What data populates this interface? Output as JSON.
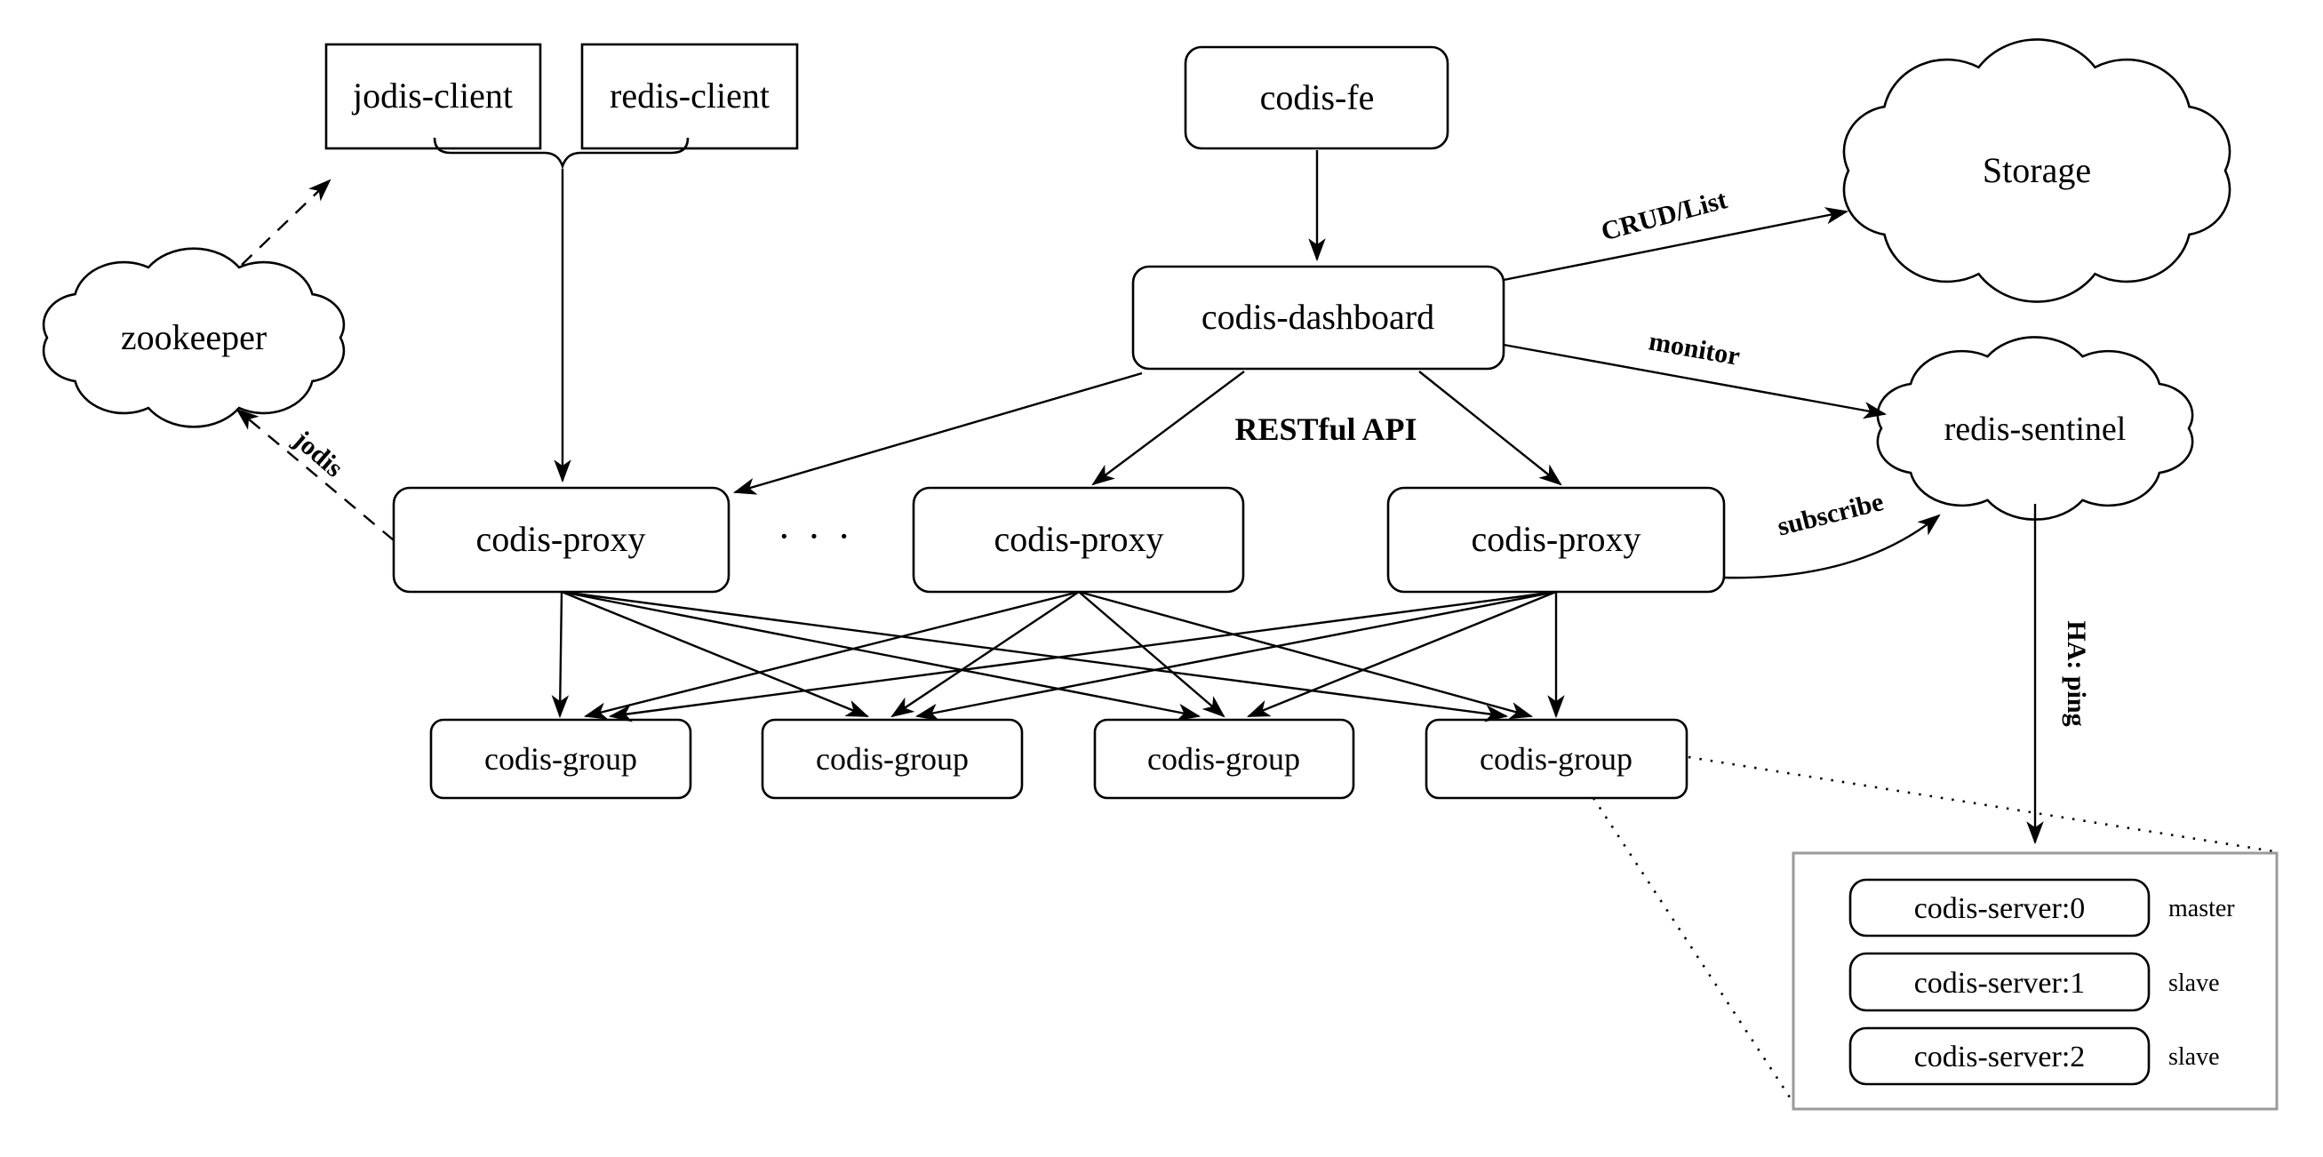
{
  "diagram": {
    "nodes": {
      "jodis_client": "jodis-client",
      "redis_client": "redis-client",
      "codis_fe": "codis-fe",
      "storage": "Storage",
      "zookeeper": "zookeeper",
      "codis_dashboard": "codis-dashboard",
      "redis_sentinel": "redis-sentinel",
      "proxy1": "codis-proxy",
      "proxy2": "codis-proxy",
      "proxy3": "codis-proxy",
      "proxy_ellipsis": "· · ·",
      "group1": "codis-group",
      "group2": "codis-group",
      "group3": "codis-group",
      "group4": "codis-group",
      "server0": "codis-server:0",
      "server1": "codis-server:1",
      "server2": "codis-server:2"
    },
    "roles": {
      "server0": "master",
      "server1": "slave",
      "server2": "slave"
    },
    "edge_labels": {
      "crud_list": "CRUD/List",
      "monitor": "monitor",
      "restful_api": "RESTful API",
      "subscribe": "subscribe",
      "jodis": "jodis",
      "ha_ping": "HA: ping"
    },
    "colors": {
      "stroke": "#000000",
      "background": "#ffffff",
      "server_box_border": "#9b9b9b"
    }
  }
}
